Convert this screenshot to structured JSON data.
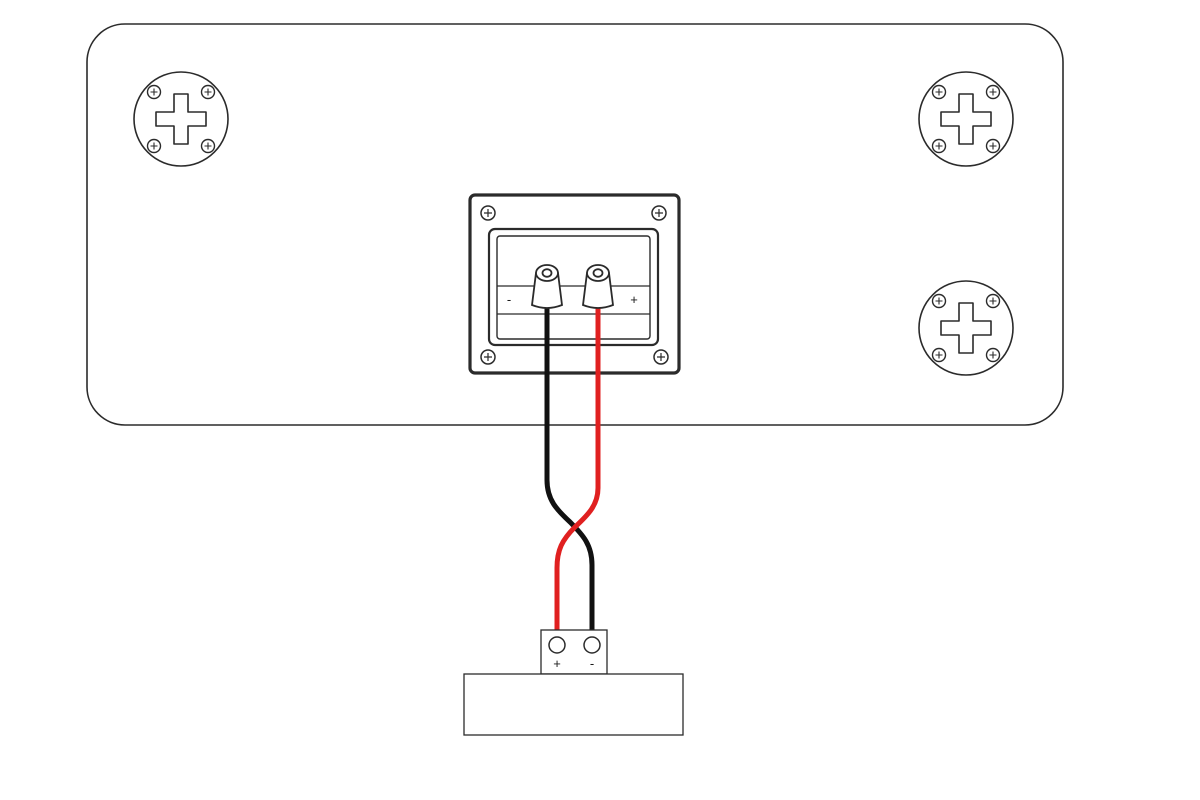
{
  "colors": {
    "outline": "#2b2b2b",
    "background": "#ffffff",
    "positive_wire": "#e02020",
    "negative_wire": "#111111"
  },
  "icons": {
    "mount_hole": "keyhole-mount-icon",
    "screw": "cross-screw-icon",
    "binding_post": "binding-post-icon"
  },
  "speaker": {
    "mounts": [
      "top-left",
      "top-right",
      "right"
    ],
    "terminal_plate": {
      "negative_label": "-",
      "positive_label": "+"
    }
  },
  "amplifier": {
    "positive_label": "+",
    "negative_label": "-"
  },
  "wiring": {
    "crossed": true
  }
}
